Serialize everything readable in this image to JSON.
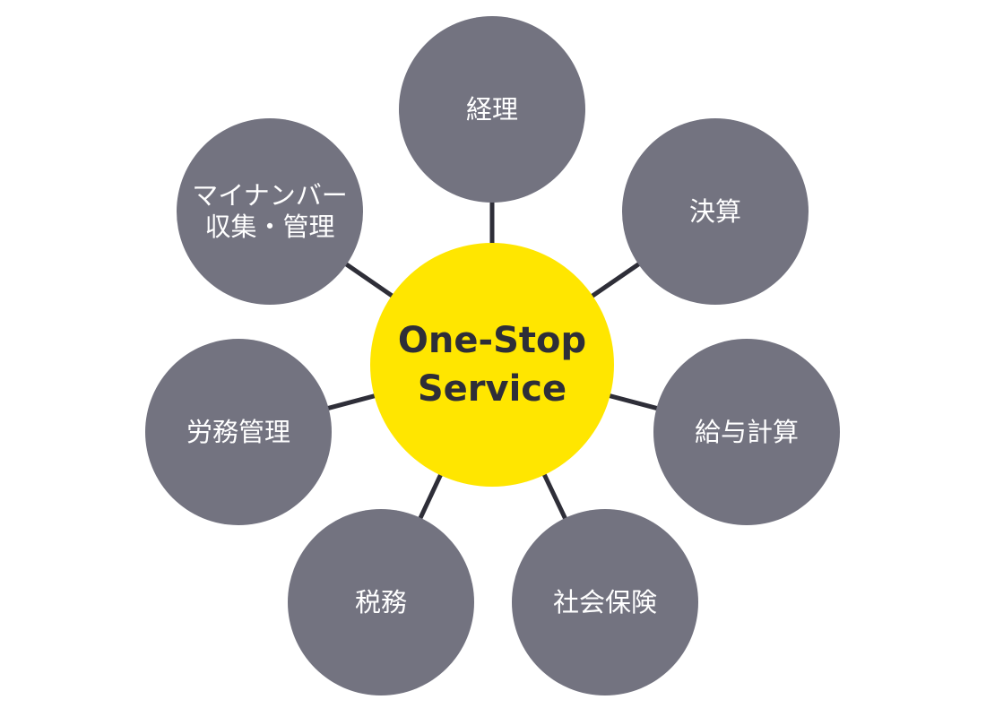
{
  "center": {
    "line1": "One-Stop",
    "line2": "Service",
    "fill": "#ffe600",
    "text_color": "#2e2e38"
  },
  "nodes": [
    {
      "id": "keiri",
      "line1": "経理",
      "line2": ""
    },
    {
      "id": "kessan",
      "line1": "決算",
      "line2": ""
    },
    {
      "id": "kyuyo",
      "line1": "給与計算",
      "line2": ""
    },
    {
      "id": "shakai",
      "line1": "社会保険",
      "line2": ""
    },
    {
      "id": "zeimu",
      "line1": "税務",
      "line2": ""
    },
    {
      "id": "romu",
      "line1": "労務管理",
      "line2": ""
    },
    {
      "id": "mynumber",
      "line1": "マイナンバー",
      "line2": "収集・管理"
    }
  ],
  "colors": {
    "node_fill": "#737380",
    "node_text": "#ffffff",
    "connector": "#2e2e38"
  }
}
